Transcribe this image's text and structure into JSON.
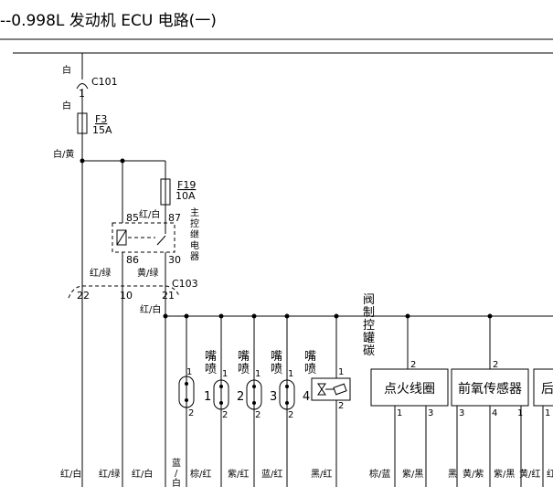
{
  "title": "--0.998L 发动机 ECU 电路(一)",
  "connector_top": {
    "label": "C101",
    "pin": "1",
    "wire_color_in": "白",
    "wire_color_out": "白"
  },
  "fuse_f3": {
    "name": "F3",
    "rating": "15A"
  },
  "wire_white_yellow": "白/黄",
  "fuse_f19": {
    "name": "F19",
    "rating": "10A"
  },
  "relay": {
    "name_chars": [
      "主",
      "控",
      "继",
      "电",
      "器"
    ],
    "pin_85": "85",
    "pin_87": "87",
    "pin_86": "86",
    "pin_30": "30",
    "wire_85": "红/白"
  },
  "relay_wires": {
    "w86": "红/绿",
    "w30": "黄/绿"
  },
  "connector_c103": {
    "label": "C103",
    "pins": [
      "22",
      "10",
      "21"
    ]
  },
  "bus_wire": "红/白",
  "canister_valve": {
    "label_chars": [
      "阀",
      "制",
      "控",
      "罐",
      "碳"
    ],
    "pin1": "1",
    "pin2": "2"
  },
  "injectors": [
    {
      "label_chars": [
        "嘴",
        "喷"
      ],
      "number": "1",
      "pin_top": "1",
      "pin_bottom": "2"
    },
    {
      "label_chars": [
        "嘴",
        "喷"
      ],
      "number": "2",
      "pin_top": "1",
      "pin_bottom": "2"
    },
    {
      "label_chars": [
        "嘴",
        "喷"
      ],
      "number": "3",
      "pin_top": "1",
      "pin_bottom": "2"
    },
    {
      "label_chars": [
        "嘴",
        "喷"
      ],
      "number": "4",
      "pin_top": "1",
      "pin_bottom": "2"
    }
  ],
  "first_component": {
    "pin_top": "1",
    "pin_bottom": "2"
  },
  "ignition_coil": {
    "label": "点火线圈",
    "pin_top": "2",
    "pin_b1": "1",
    "pin_b3": "3"
  },
  "o2_sensor": {
    "label": "前氧传感器",
    "pin_top": "2",
    "pin_b3": "3",
    "pin_b4": "4",
    "pin_b1": "1"
  },
  "partial_box": {
    "label": "后",
    "pin_b1": "1"
  },
  "bottom_wires": [
    "红/白",
    "红/绿",
    "红/白",
    "蓝",
    "/",
    "白",
    "棕/红",
    "紫/红",
    "蓝/红",
    "黑/红",
    "棕/蓝",
    "紫/黑",
    "黑",
    "黄/紫",
    "紫/黑",
    "黄/红",
    "红"
  ]
}
